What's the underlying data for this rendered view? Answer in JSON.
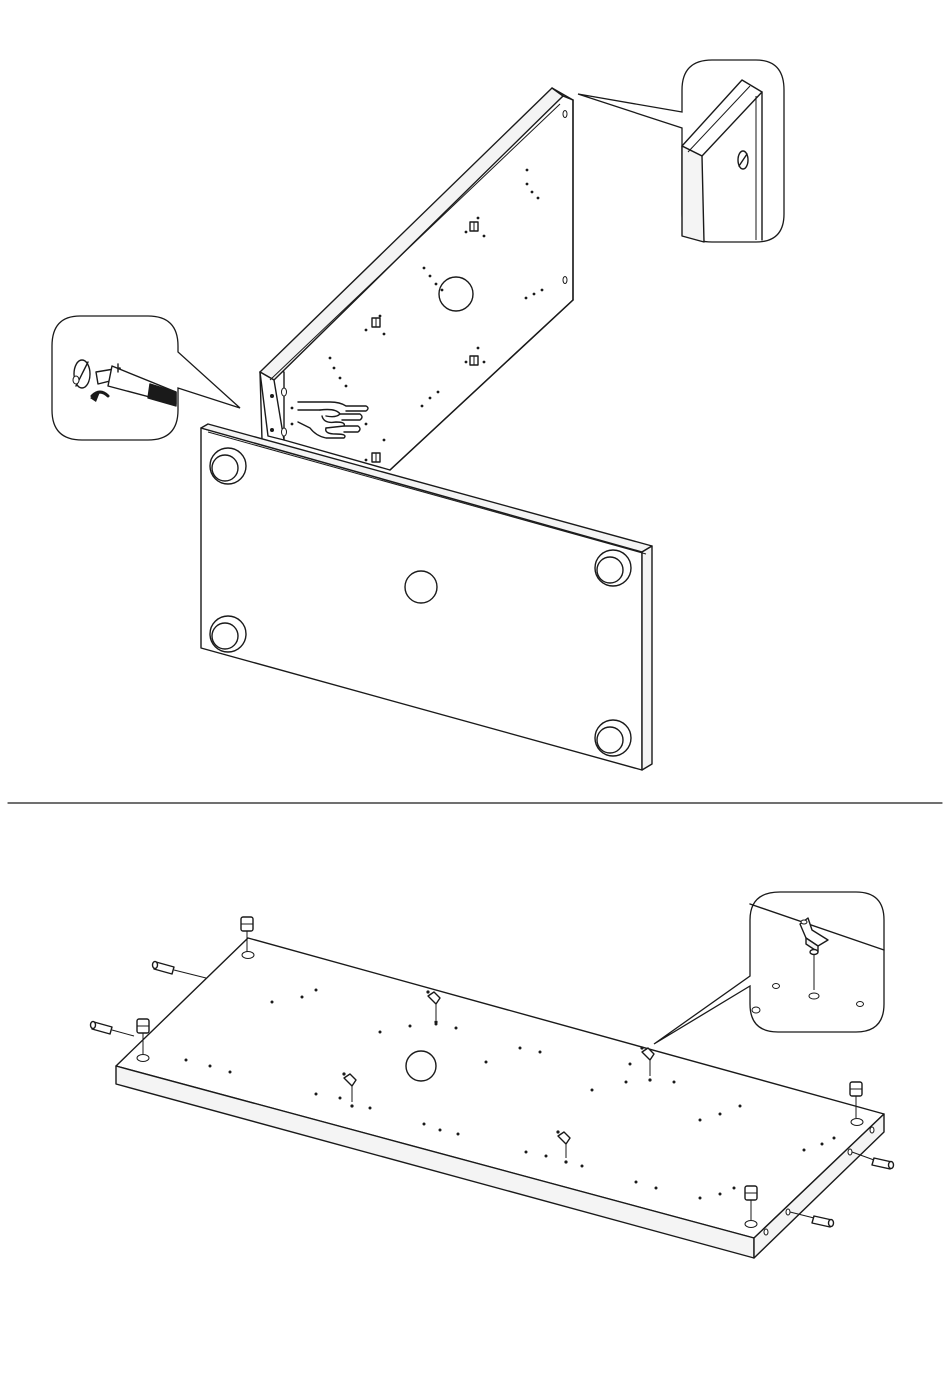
{
  "colors": {
    "line": "#1a1a1a",
    "paper": "#ffffff",
    "edge_fill": "#f4f4f4"
  },
  "top_step": {
    "side_panel": {
      "dowel_hole_rows": 10,
      "cam_lock_count": 4,
      "center_hole": true
    },
    "bottom_panel": {
      "feet_count": 4,
      "center_hole": true
    },
    "callout_left": {
      "subject": "screwdriver-tightening-cam-lock",
      "icon": "screwdriver-icon"
    },
    "callout_right": {
      "subject": "panel-edge-groove-detail",
      "icon": "cam-lock-icon"
    },
    "pointer": {
      "icon": "pointing-hand-icon"
    }
  },
  "bottom_step": {
    "panel": {
      "center_hole": true
    },
    "cam_bolts": 4,
    "cam_locks": 4,
    "dowels": 4,
    "callout": {
      "subject": "bracket-screw-detail",
      "icon": "bracket-icon"
    }
  }
}
